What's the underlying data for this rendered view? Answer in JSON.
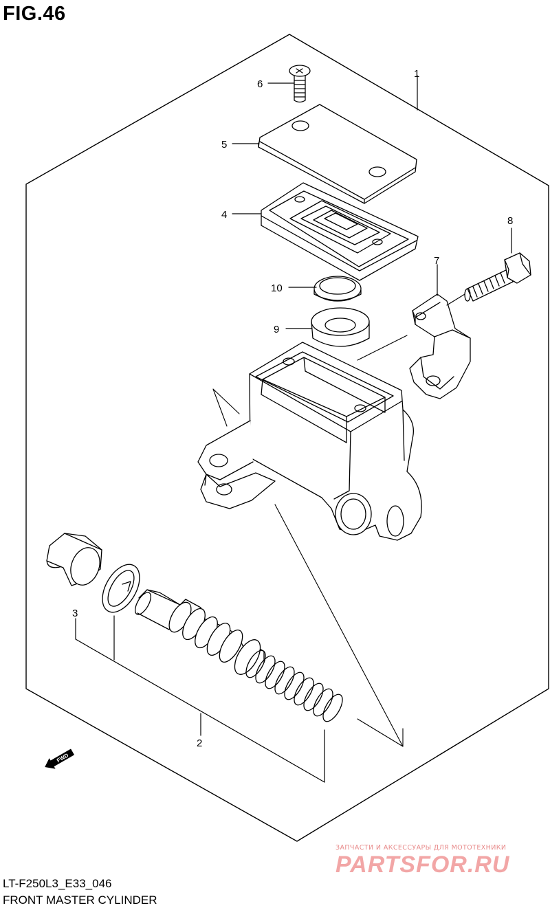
{
  "figure": {
    "title": "FIG.46"
  },
  "parts": {
    "p1": "1",
    "p2": "2",
    "p3": "3",
    "p4": "4",
    "p5": "5",
    "p6": "6",
    "p7": "7",
    "p8": "8",
    "p9": "9",
    "p10": "10"
  },
  "fwd_label": "FWD",
  "watermark": {
    "tagline": "ЗАПЧАСТИ И АКСЕССУАРЫ ДЛЯ МОТОТЕХНИКИ",
    "logo": "PARTSFOR.RU"
  },
  "footer": {
    "code": "LT-F250L3_E33_046",
    "caption": "FRONT MASTER CYLINDER"
  }
}
